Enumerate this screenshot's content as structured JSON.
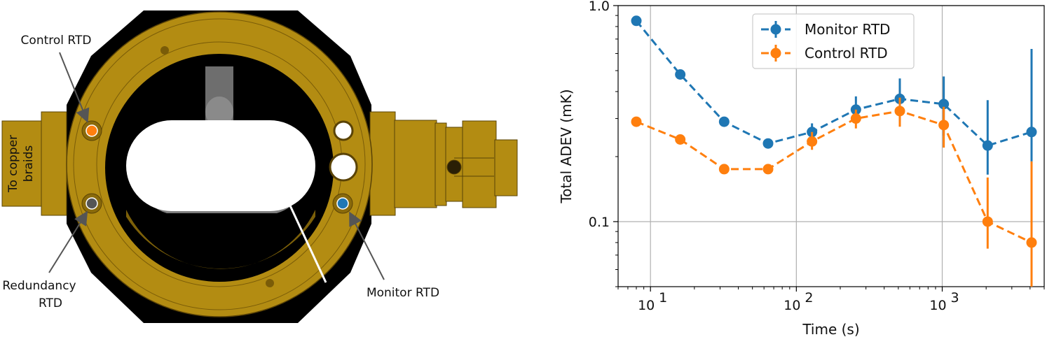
{
  "diagram": {
    "labels": {
      "control": "Control RTD",
      "redundancy_line1": "Redundancy",
      "redundancy_line2": "RTD",
      "monitor": "Monitor RTD",
      "braids_line1": "To copper",
      "braids_line2": "braids"
    },
    "colors": {
      "brass": "#b38c12",
      "brass_dark": "#8a6a0a",
      "housing": "#000000",
      "control_dot": "#ff7f0e",
      "monitor_dot": "#1f77b4",
      "redundancy_dot": "#555555"
    }
  },
  "chart_data": {
    "type": "line",
    "xlabel": "Time (s)",
    "ylabel": "Total ADEV (mK)",
    "xscale": "log",
    "yscale": "log",
    "xlim": [
      6,
      5000
    ],
    "ylim": [
      0.05,
      1.0
    ],
    "grid": true,
    "legend_position": "top-center",
    "x_ticks": [
      {
        "value": 10,
        "label": "10",
        "exp": "1"
      },
      {
        "value": 100,
        "label": "10",
        "exp": "2"
      },
      {
        "value": 1000,
        "label": "10",
        "exp": "3"
      }
    ],
    "y_ticks": [
      {
        "value": 1.0,
        "label": "1.0"
      },
      {
        "value": 0.1,
        "label": "0.1"
      }
    ],
    "series": [
      {
        "name": "Monitor RTD",
        "color": "#1f77b4",
        "x": [
          8,
          16,
          32,
          64,
          128,
          256,
          512,
          1024,
          2048,
          4096
        ],
        "y": [
          0.85,
          0.48,
          0.29,
          0.23,
          0.26,
          0.33,
          0.37,
          0.35,
          0.225,
          0.26
        ],
        "err_low": [
          0.0,
          0.0,
          0.0,
          0.0,
          0.02,
          0.04,
          0.08,
          0.1,
          0.06,
          0.07
        ],
        "err_high": [
          0.0,
          0.0,
          0.0,
          0.0,
          0.025,
          0.05,
          0.09,
          0.12,
          0.14,
          0.37
        ]
      },
      {
        "name": "Control RTD",
        "color": "#ff7f0e",
        "x": [
          8,
          16,
          32,
          64,
          128,
          256,
          512,
          1024,
          2048,
          4096
        ],
        "y": [
          0.29,
          0.24,
          0.175,
          0.175,
          0.235,
          0.3,
          0.325,
          0.28,
          0.1,
          0.08
        ],
        "err_low": [
          0.0,
          0.0,
          0.0,
          0.0,
          0.02,
          0.03,
          0.05,
          0.06,
          0.025,
          0.03
        ],
        "err_high": [
          0.0,
          0.0,
          0.0,
          0.0,
          0.025,
          0.03,
          0.05,
          0.06,
          0.06,
          0.11
        ]
      }
    ]
  }
}
